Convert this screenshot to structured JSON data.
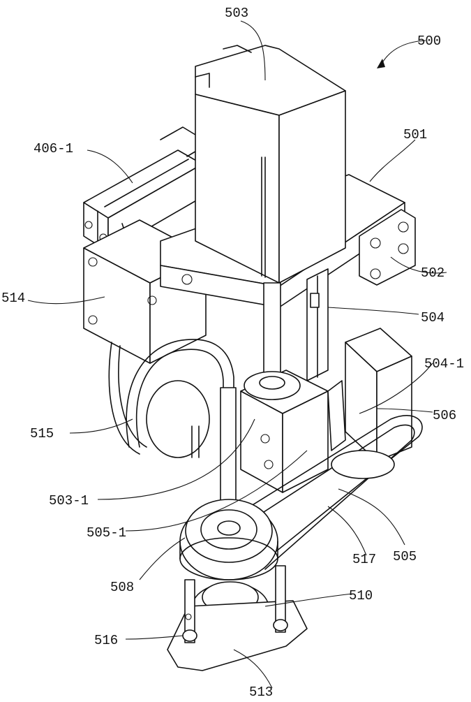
{
  "labels": {
    "l500": "500",
    "l501": "501",
    "l502": "502",
    "l503": "503",
    "l503_1": "503-1",
    "l504": "504",
    "l504_1": "504-1",
    "l505": "505",
    "l505_1": "505-1",
    "l506": "506",
    "l508": "508",
    "l510": "510",
    "l513": "513",
    "l514": "514",
    "l515": "515",
    "l516": "516",
    "l517": "517",
    "l406_1": "406-1"
  },
  "style": {
    "line_color": "#111111",
    "background": "#ffffff"
  }
}
